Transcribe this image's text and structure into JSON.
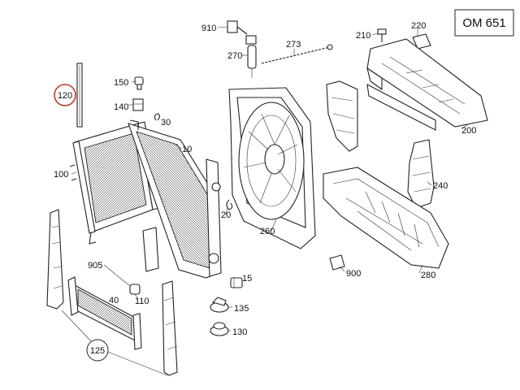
{
  "model_tag": "OM 651",
  "callouts": {
    "c10": "10",
    "c15": "15",
    "c20": "20",
    "c30": "30",
    "c40": "40",
    "c100": "100",
    "c110": "110",
    "c120": "120",
    "c125": "125",
    "c130": "130",
    "c135": "135",
    "c140": "140",
    "c150": "150",
    "c200": "200",
    "c210": "210",
    "c220": "220",
    "c240": "240",
    "c260": "260",
    "c270": "270",
    "c273": "273",
    "c280": "280",
    "c900": "900",
    "c905": "905",
    "c910": "910"
  },
  "highlight": {
    "callout": "120",
    "color": "#c0392b"
  },
  "colors": {
    "line": "#222222",
    "background": "#ffffff"
  }
}
